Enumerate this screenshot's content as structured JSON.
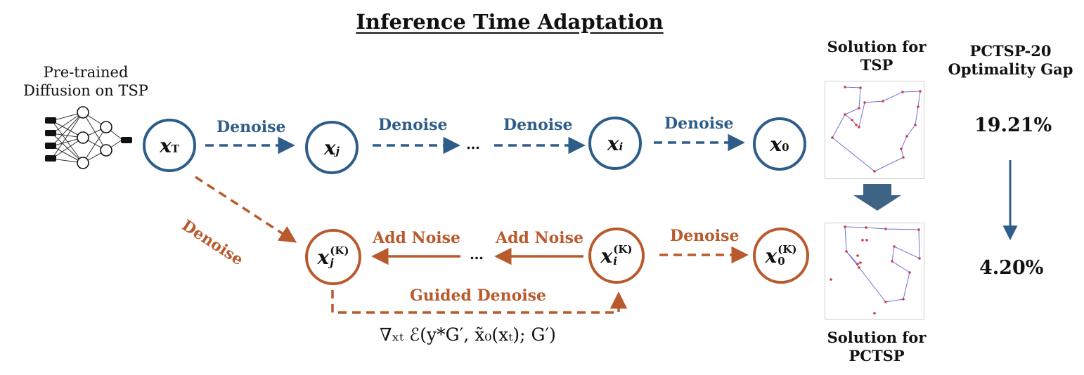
{
  "title": "Inference Time Adaptation",
  "pretrained": {
    "line1": "Pre-trained",
    "line2": "Diffusion on TSP"
  },
  "nodes": {
    "xT": {
      "base": "x",
      "sub": "T"
    },
    "xj": {
      "base": "x",
      "sub": "j"
    },
    "xi": {
      "base": "x",
      "sub": "i"
    },
    "x0": {
      "base": "x",
      "sub": "0"
    },
    "xjK": {
      "base": "x",
      "sup": "(K)",
      "sub": "j"
    },
    "xiK": {
      "base": "x",
      "sup": "(K)",
      "sub": "i"
    },
    "x0K": {
      "base": "x",
      "sup": "(K)",
      "sub": "0"
    }
  },
  "labels": {
    "denoise": "Denoise",
    "add_noise": "Add Noise",
    "guided_denoise": "Guided Denoise",
    "ellipsis": "…"
  },
  "formula": "∇ₓₜ ℰ(y*G′, x̃₀(xₜ); G′)",
  "solution_tsp": {
    "line1": "Solution for",
    "line2": "TSP"
  },
  "solution_pctsp": {
    "line1": "Solution for",
    "line2": "PCTSP"
  },
  "metric": {
    "line1": "PCTSP-20",
    "line2": "Optimality Gap",
    "before": "19.21%",
    "after": "4.20%"
  },
  "colors": {
    "blue": "#2f5d8a",
    "orange": "#b85a2c",
    "route": "#6f6fe0",
    "city": "#d63a3a"
  },
  "icons": [
    "neural-network-icon",
    "down-arrow-icon"
  ]
}
